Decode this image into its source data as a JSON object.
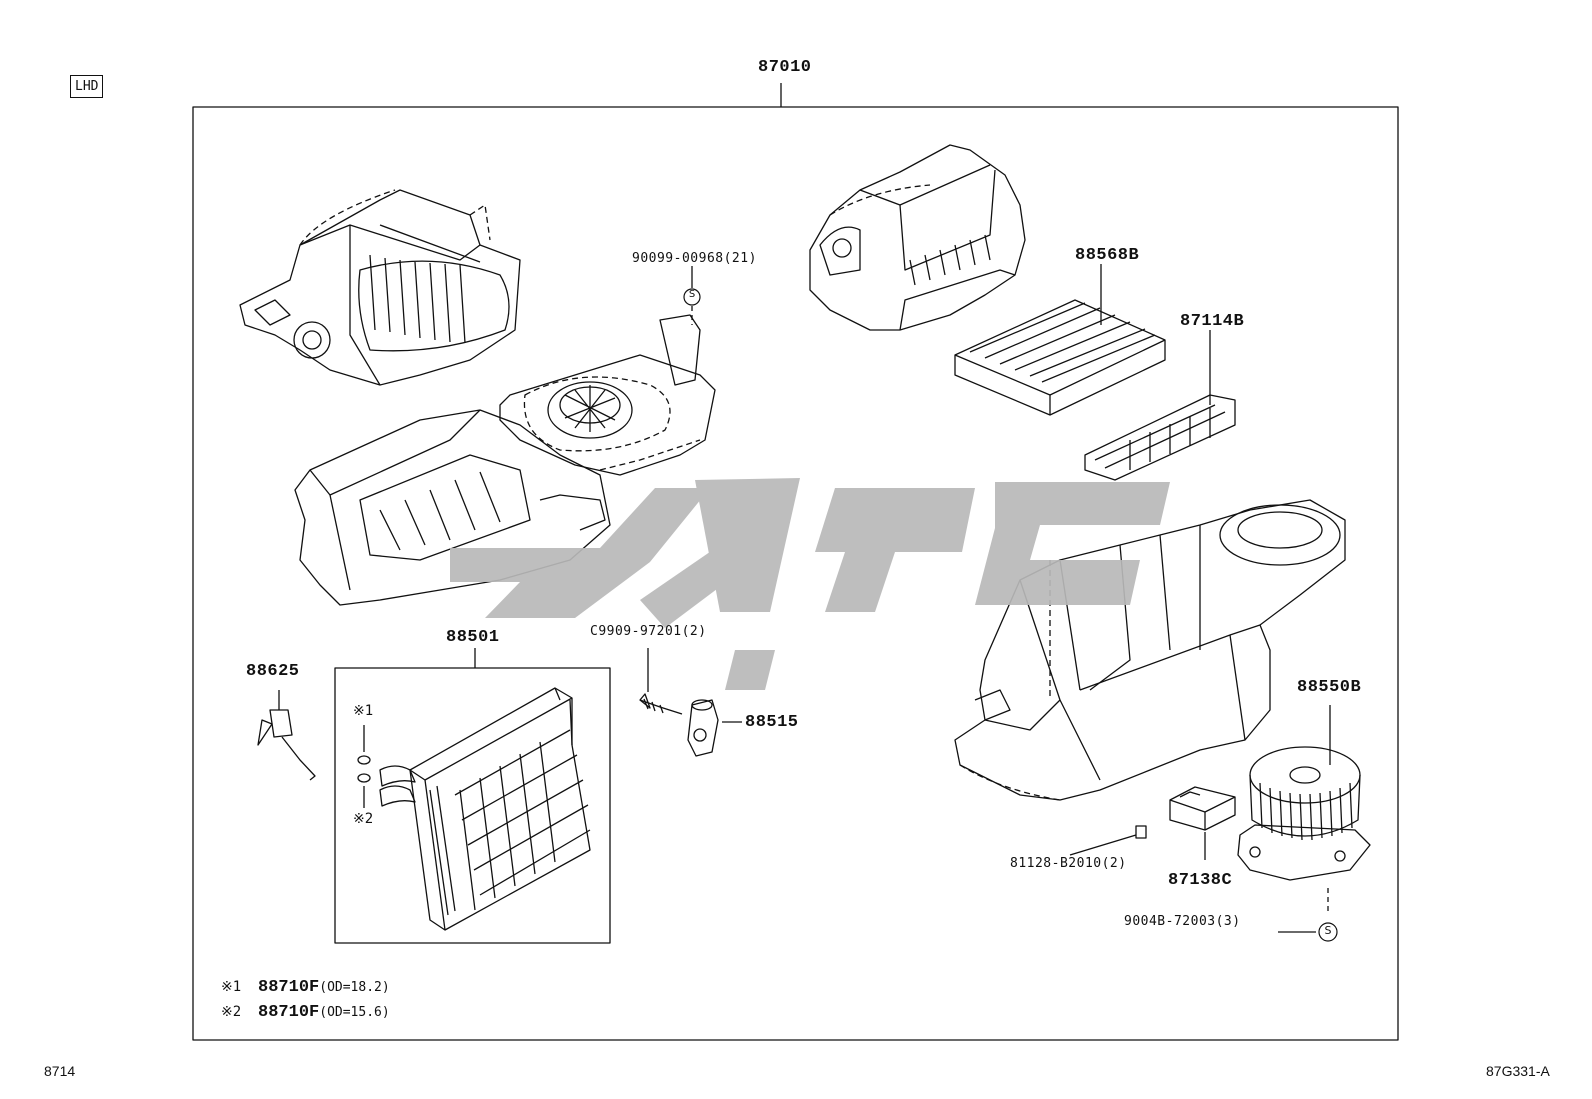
{
  "header": {
    "variant_label": "LHD",
    "assembly_number": "87010"
  },
  "parts": {
    "screw_top": "90099-00968(21)",
    "filter": "88568B",
    "filter_cover": "87114B",
    "temp_sensor": "88625",
    "evaporator": "88501",
    "valve_screw": "C9909-97201(2)",
    "expansion_valve": "88515",
    "blower_motor": "88550B",
    "clip": "81128-B2010(2)",
    "resistor": "87138C",
    "screw_bottom": "9004B-72003(3)"
  },
  "markers": {
    "mark1": "※1",
    "mark2": "※2",
    "screw_symbol": "S"
  },
  "notes": [
    {
      "mark": "※1",
      "part": "88710F",
      "spec": "(OD=18.2)"
    },
    {
      "mark": "※2",
      "part": "88710F",
      "spec": "(OD=15.6)"
    }
  ],
  "footer": {
    "page_ref": "8714",
    "figure_id": "87G331-A"
  },
  "colors": {
    "line": "#111111",
    "watermark": "#b9b9b9",
    "background": "#ffffff"
  }
}
